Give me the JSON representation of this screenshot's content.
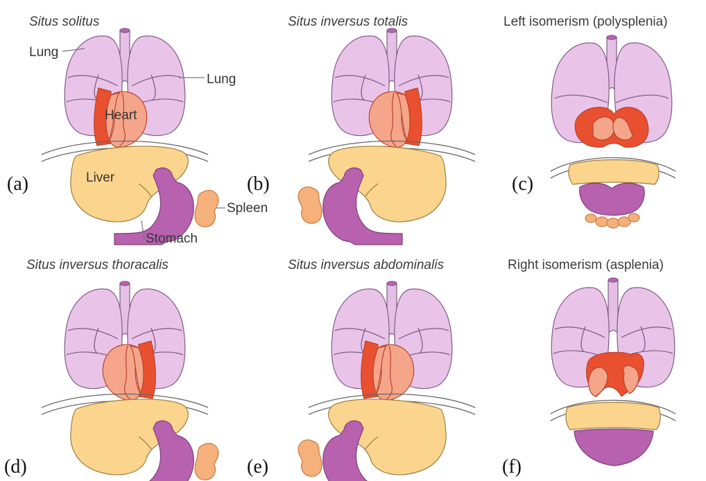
{
  "panels": [
    {
      "id": "a",
      "title": "Situs solitus",
      "letter": "(a)"
    },
    {
      "id": "b",
      "title": "Situs inversus totalis",
      "letter": "(b)"
    },
    {
      "id": "c",
      "title": "Left isomerism (polysplenia)",
      "letter": "(c)"
    },
    {
      "id": "d",
      "title": "Situs inversus thoracalis",
      "letter": "(d)"
    },
    {
      "id": "e",
      "title": "Situs inversus abdominalis",
      "letter": "(e)"
    },
    {
      "id": "f",
      "title": "Right isomerism (asplenia)",
      "letter": "(f)"
    }
  ],
  "labels": {
    "lung_left": "Lung",
    "lung_right": "Lung",
    "heart": "Heart",
    "liver": "Liver",
    "spleen": "Spleen",
    "stomach": "Stomach"
  }
}
